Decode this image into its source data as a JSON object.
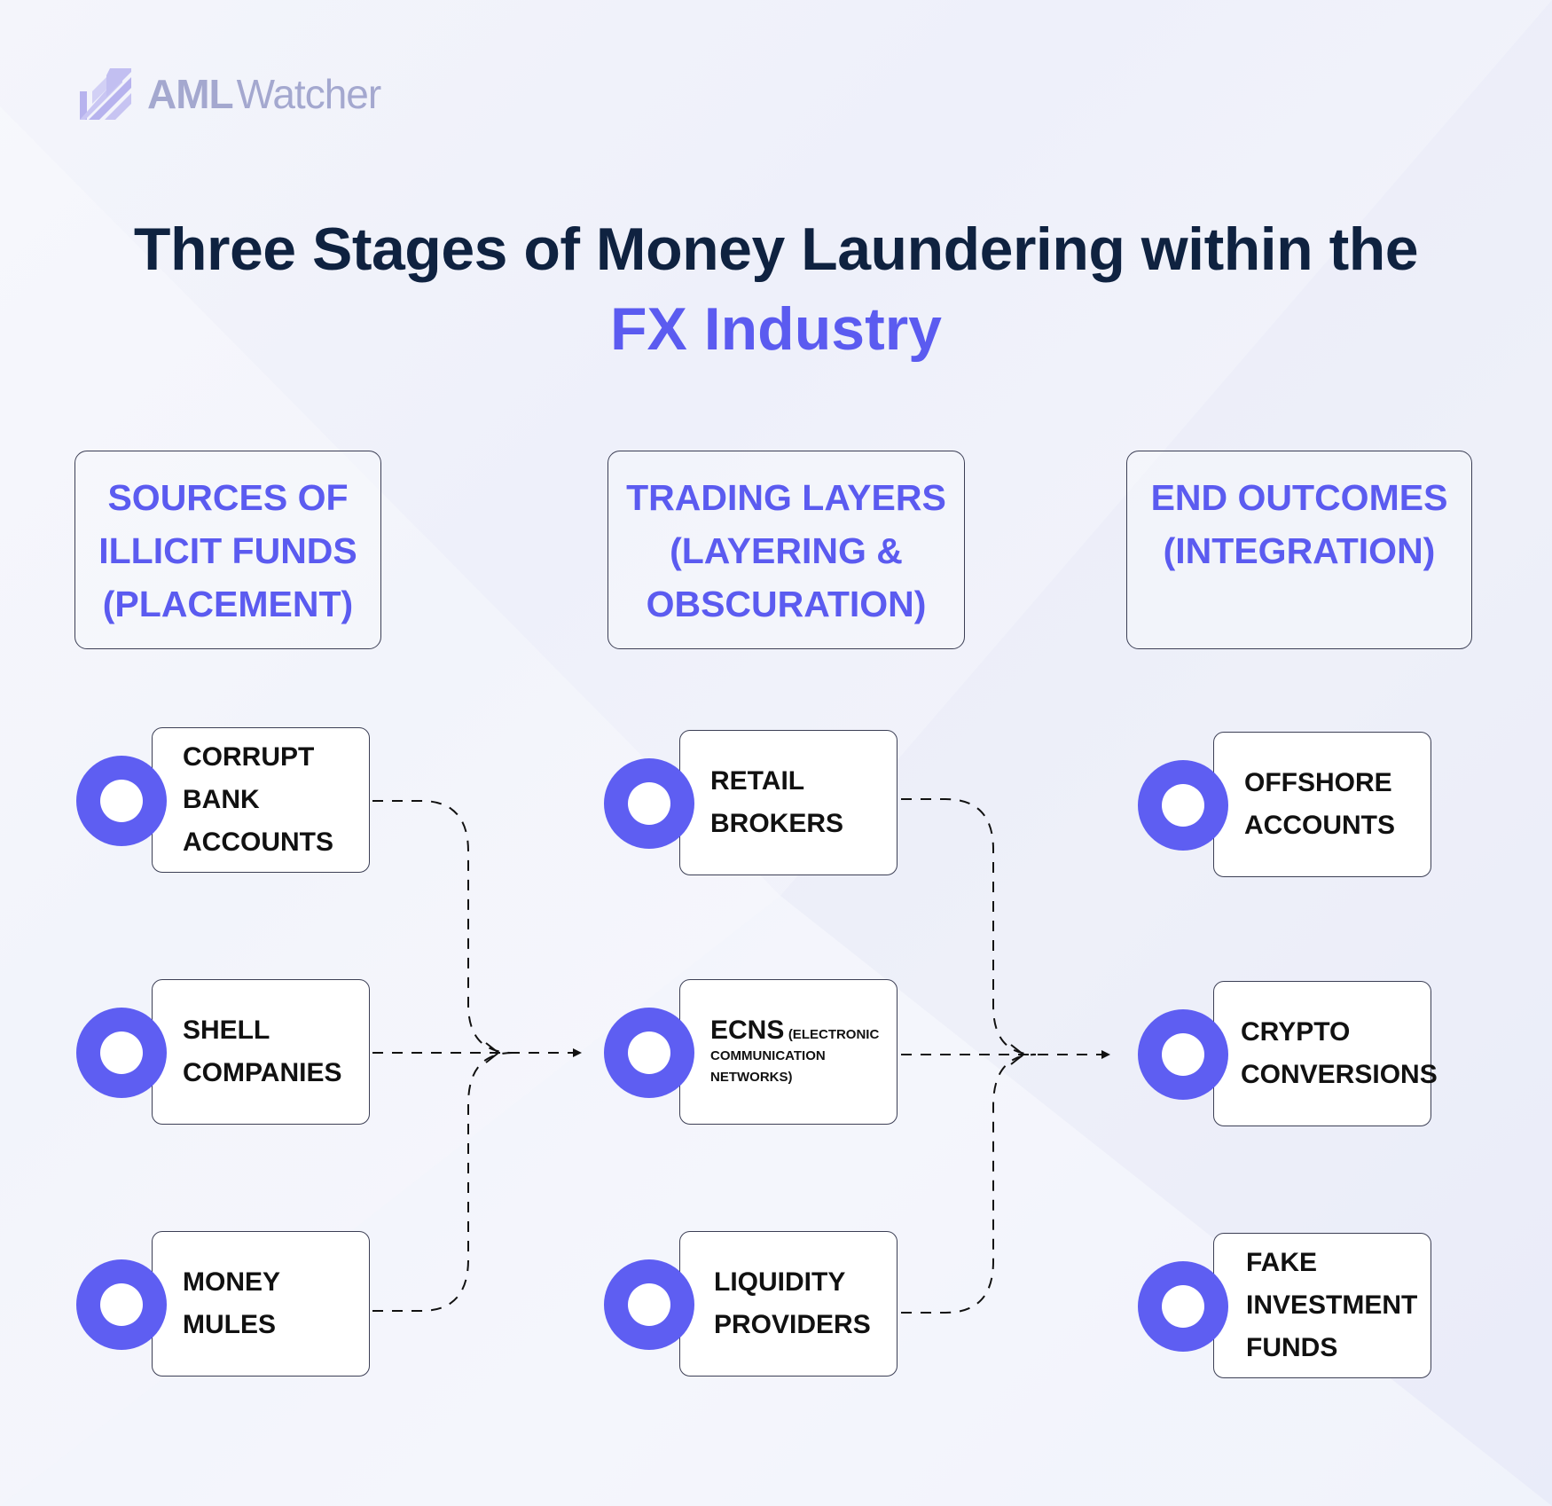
{
  "logo": {
    "strong": "AML",
    "light": "Watcher"
  },
  "title": {
    "line1": "Three Stages of Money Laundering within the",
    "line2": "FX Industry"
  },
  "stages": [
    {
      "label": "SOURCES OF\nILLICIT FUNDS\n(PLACEMENT)"
    },
    {
      "label": "TRADING LAYERS\n(LAYERING &\nOBSCURATION)"
    },
    {
      "label": "END OUTCOMES\n(INTEGRATION)"
    }
  ],
  "nodes": {
    "placement": [
      {
        "label": "CORRUPT\nBANK\nACCOUNTS"
      },
      {
        "label": "SHELL\nCOMPANIES"
      },
      {
        "label": "MONEY\nMULES"
      }
    ],
    "layering": [
      {
        "label": "RETAIL\nBROKERS"
      },
      {
        "label": "ECNS",
        "sub_inline": "(ELECTRONIC",
        "sub": "COMMUNICATION\nNETWORKS)"
      },
      {
        "label": "LIQUIDITY\nPROVIDERS"
      }
    ],
    "integration": [
      {
        "label": "OFFSHORE\nACCOUNTS"
      },
      {
        "label": "CRYPTO\nCONVERSIONS"
      },
      {
        "label": "FAKE\nINVESTMENT\nFUNDS"
      }
    ]
  },
  "colors": {
    "accent": "#5b5bf0",
    "ring": "#5e5ef2",
    "title": "#0f2240",
    "logo": "#a4a8cf",
    "border": "#3c3f55"
  }
}
